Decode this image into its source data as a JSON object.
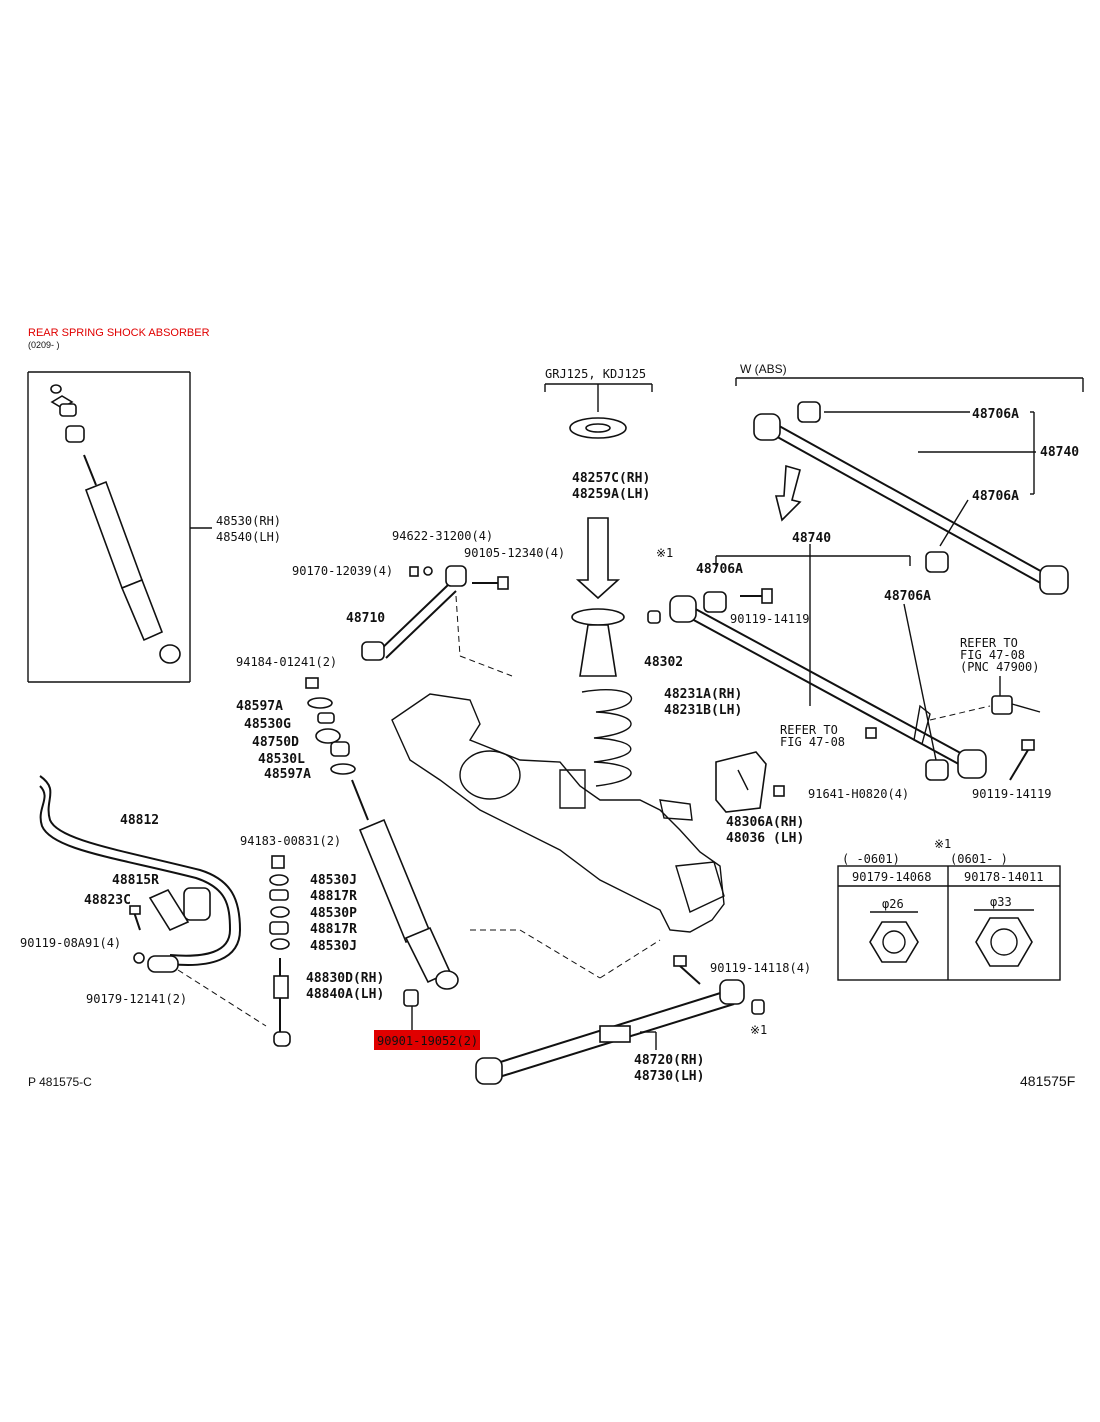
{
  "header": {
    "title": "REAR SPRING SHOCK ABSORBER",
    "subtitle": "(0209-  )",
    "title_color": "#e00000"
  },
  "highlight_color": "#e00000",
  "callouts": {
    "c48530": "48530(RH)",
    "c48540": "48540(LH)",
    "c94622": "94622-31200(4)",
    "c90105": "90105-12340(4)",
    "c90170": "90170-12039(4)",
    "c48710": "48710",
    "c94184": "94184-01241(2)",
    "c48597a_1": "48597A",
    "c48530g": "48530G",
    "c48750d": "48750D",
    "c48530l": "48530L",
    "c48597a_2": "48597A",
    "c48812": "48812",
    "c94183": "94183-00831(2)",
    "c48530j_1": "48530J",
    "c48817r_1": "48817R",
    "c48530p": "48530P",
    "c48817r_2": "48817R",
    "c48530j_2": "48530J",
    "c48815r": "48815R",
    "c48823c": "48823C",
    "c90119_08a91": "90119-08A91(4)",
    "c48830d": "48830D(RH)",
    "c48840a": "48840A(LH)",
    "c90179_12141": "90179-12141(2)",
    "c90901": "90901-19052(2)",
    "grj_label": "GRJ125, KDJ125",
    "c48257c": "48257C(RH)",
    "c48259a": "48259A(LH)",
    "c48302": "48302",
    "c48231a": "48231A(RH)",
    "c48231b": "48231B(LH)",
    "star1_a": "※1",
    "w_abs": "W (ABS)",
    "c48706a_1": "48706A",
    "c48740_1": "48740",
    "c48706a_2": "48706A",
    "c48740_2": "48740",
    "c48706a_3": "48706A",
    "c48706a_4": "48706A",
    "c90119_14119_a": "90119-14119",
    "refer1_l1": "REFER TO",
    "refer1_l2": "FIG 47-08",
    "refer1_l3": "(PNC 47900)",
    "refer2_l1": "REFER TO",
    "refer2_l2": "FIG 47-08",
    "c91641": "91641-H0820(4)",
    "c90119_14119_b": "90119-14119",
    "c48306a": "48306A(RH)",
    "c48036": "48036 (LH)",
    "c90119_14118": "90119-14118(4)",
    "star1_b": "※1",
    "c48720": "48720(RH)",
    "c48730": "48730(LH)",
    "fig_code_left": "P 481575-C",
    "fig_code_right": "481575F"
  },
  "table": {
    "mark": "※1",
    "col1_range": "(     -0601)",
    "col2_range": "(0601-     )",
    "col1_part": "90179-14068",
    "col2_part": "90178-14011",
    "col1_dim": "φ26",
    "col2_dim": "φ33"
  }
}
